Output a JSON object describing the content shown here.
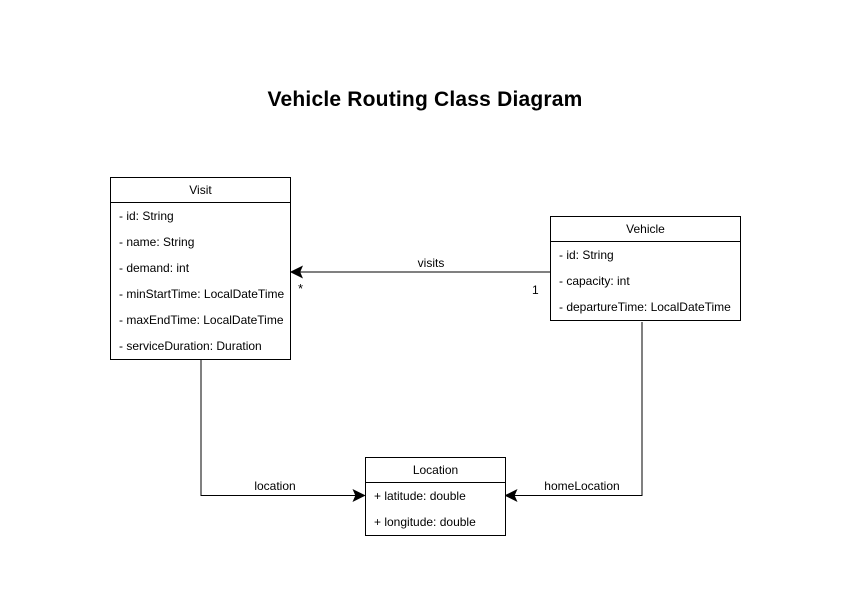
{
  "diagram": {
    "title": "Vehicle Routing Class Diagram"
  },
  "classes": {
    "visit": {
      "name": "Visit",
      "attributes": [
        "- id: String",
        "- name: String",
        "- demand: int",
        "- minStartTime: LocalDateTime",
        "- maxEndTime: LocalDateTime",
        "- serviceDuration: Duration"
      ]
    },
    "vehicle": {
      "name": "Vehicle",
      "attributes": [
        "- id: String",
        "- capacity: int",
        "- departureTime: LocalDateTime"
      ]
    },
    "location": {
      "name": "Location",
      "attributes": [
        "+ latitude: double",
        "+ longitude: double"
      ]
    }
  },
  "relationships": {
    "visits": {
      "label": "visits",
      "from": "Vehicle",
      "to": "Visit",
      "multiplicity_at_visit": "*",
      "multiplicity_at_vehicle": "1"
    },
    "location": {
      "label": "location",
      "from": "Visit",
      "to": "Location"
    },
    "homeLocation": {
      "label": "homeLocation",
      "from": "Vehicle",
      "to": "Location"
    }
  },
  "colors": {
    "background": "#ffffff",
    "shape_fill": "#ffffff",
    "stroke": "#000000",
    "text": "#000000"
  }
}
